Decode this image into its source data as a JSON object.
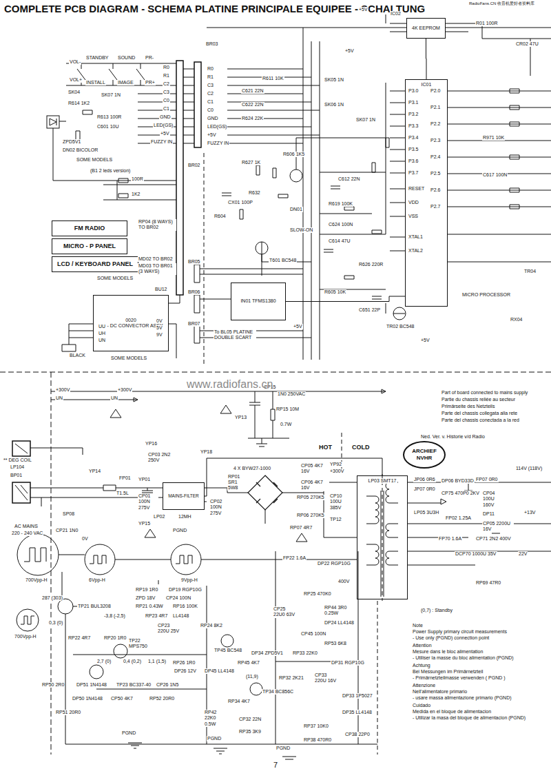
{
  "diagram": {
    "title": "COMPLETE PCB DIAGRAM - SCHEMA PLATINE PRINCIPALE EQUIPEE - SCHALTUNG",
    "nodes": [
      {
        "text": [
          "FM RADIO"
        ]
      },
      {
        "text": [
          "MICRO - P PANEL"
        ]
      },
      {
        "text": [
          "LCD / KEYBOARD PANEL"
        ]
      },
      {
        "text": [
          "0020",
          "DC - DC CONVECTOR ASSY"
        ]
      },
      {
        "text": [
          "IC01"
        ]
      },
      {
        "text": [
          "4K EEPROM"
        ]
      },
      {
        "text": [
          "IN01 TFMS1380"
        ]
      },
      {
        "text": [
          "MAINS-FILTER"
        ]
      },
      {
        "text": [
          "LP03 SMT17"
        ]
      },
      {
        "text": [
          "ARCHIEF",
          "NVHR"
        ]
      }
    ],
    "edges": [
      {
        "from": 5,
        "to": 4,
        "arrow": "none"
      },
      {
        "from": 6,
        "to": 4,
        "arrow": "none"
      },
      {
        "from": 7,
        "to": 8,
        "arrow": "none"
      }
    ],
    "labels": [
      "VOL-",
      "STANDBY",
      "SOUND",
      "PR-",
      "VOL+",
      "INSTALL",
      "IMAGE",
      "PR+",
      "R0",
      "R1",
      "C2",
      "C3",
      "C0",
      "C1",
      "GND",
      "LED(GS)",
      "+5V",
      "FUZZY IN",
      "SK04",
      "SK07 1N",
      "R614 1K2",
      "R613 100R",
      "C601 10U",
      "ZPD5V1",
      "DN02 BICOLOR",
      "SOME MODELS",
      "(B1 2 leds version)",
      "100R",
      "1K2",
      "RP04 (8 WAYS) TO BR02",
      "SOME MODELS",
      "MD02 TO BR02",
      "MD03 TO BR01 (3 WAYS)",
      "BR03",
      "R0",
      "R1",
      "C3",
      "C2",
      "C1",
      "C0",
      "GND",
      "LED(GS)",
      "+5V",
      "FUZZY IN",
      "BR02",
      "BR05",
      "BR06",
      "BR07",
      "BU12",
      "0V",
      "5V",
      "9V",
      "UU",
      "UH",
      "UN",
      "BLACK",
      "To BL05 PLATINE DOUBLE SCART",
      "SOME MODELS",
      "CX01 100P",
      "R627 1K",
      "R632",
      "T601 BC548",
      "C624 100N",
      "R606 1K5",
      "DN01",
      "SLOW-ON",
      "R619 100K",
      "C612 22N",
      "C614 47U",
      "R626 220R",
      "SK05 1N",
      "SK07 1N",
      "SK06 1N",
      "+5V",
      "R611 10K",
      "C621 22N",
      "C622 22N",
      "R624 22K",
      "+5V",
      "R604",
      "TR02 BC548",
      "+5V",
      "R605 10K",
      "C651 22P",
      "P3.0",
      "P3.1",
      "P3.2",
      "P3.3",
      "P3.4",
      "P3.5",
      "P3.6",
      "P3.7",
      "RESET",
      "VDD",
      "VSS",
      "XTAL1",
      "XTAL2",
      "P2.0",
      "P2.1",
      "P2.2",
      "P2.3",
      "P2.4",
      "P2.5",
      "P2.6",
      "P2.7",
      "IC02",
      "+5V",
      "R01 100R",
      "CR02 47U",
      "MICRO PROCESSOR",
      "R971 10K",
      "C617 100N",
      "TR04",
      "RX04",
      "+300V",
      "+300V",
      "UN",
      "UN",
      "CP15",
      "1N0 250VAC",
      "YP13",
      "RP15 10M",
      "0.7W",
      "HOT",
      "COLD",
      "Part of board connected to mains supply",
      "Partie du chassis reliée au secteur",
      "Primärseite des Netzteils",
      "Parte del chassis collegata alla rete",
      "Parte del chassis conectada a la red",
      "Ned. Ver. v. Historie v/d Radio",
      "** DEG COIL",
      "LP104",
      "BP01",
      "AC MAINS",
      "220 - 240 VAC",
      "SP08",
      "YP16",
      "CP03 2N2 250V",
      "YP01",
      "YP18",
      "RP01",
      "SR1",
      "5W8",
      "4 X BYW27-1000",
      "YP14",
      "FP01",
      "T1.5L",
      "CP01 100N 275V",
      "CP02 100N 275V",
      "LP02",
      "12MH",
      "YP15",
      "PGND",
      "YP92",
      "+300V",
      "RP05 270K5",
      "RP06 270K5",
      "CP10 100U 385V",
      "TP12",
      "RP07 4R7",
      "CP05 4K7 16V",
      "CP06 4K7 16V",
      "JP06 0R6",
      "JP07 0R0",
      "LP05 3U3H",
      "DP06 BYD33D",
      "FP07 0R0",
      "114V (118V)",
      "CP75 470P0 2KV",
      "CP04 100U 160V",
      "FP02 1.25A",
      "DP11",
      "CP05 2200U 16V",
      "+13V",
      "FP70 1.6A",
      "CP71 2N2 400V",
      "22V",
      "DCP70 1000U 35V",
      "RP69 47R0",
      "(0,7) : Standby",
      "CP21 1N0",
      "700Vpp-H",
      "0V",
      "6Vpp-H",
      "9Vpp-H",
      "TP21 BUL3208",
      "287 (303)",
      "0,3 (0)",
      "-3,8 (-2,5)",
      "700Vpp-H",
      "RP21 0.43W",
      "RP19 1R0",
      "DP19 RGP10G",
      "ZPD 18V",
      "CP24 100N",
      "RP23 4R7",
      "LL4148",
      "RP16 100K",
      "CP23 220U 25V",
      "RP20 1R0",
      "TP22 MPS750",
      "RP22 4R7",
      "RP26 1R0",
      "DP26 12V",
      "2,7 (0)",
      "0,4 (0,2)",
      "1,1 (1,5)",
      "RP50 2R0",
      "DP51 1N4148",
      "DP50 1N4148",
      "CP50 4K7",
      "RP51 20R0",
      "RP52 20R0",
      "CP26 1N5",
      "TP23 BC337-40",
      "RP24 8K2",
      "FP22 1.6A",
      "DP22 RGP10G",
      "400V",
      "RP25 470K0",
      "CP25 22U0 63V",
      "RP44 3R0 0.25W",
      "DP24 LL4148",
      "TP45 BC548",
      "DP45 LL4148",
      "RP45 4K7",
      "DP34 ZPD5V1",
      "CP45 100N",
      "RP53 6K8",
      "RP32 2K21",
      "RP33 22K0",
      "CP33 220U 16V",
      "TP34 BC856C",
      "(11,9)",
      "RP34 4K7",
      "CP32 22N",
      "RP35 3K9",
      "RP42 22K0 0.5W",
      "DP31 RGP10G",
      "DP33 1P5027",
      "DP35 LL4148",
      "RP37 10K0",
      "RP38 470R0",
      "CP38 22P0",
      "PGND",
      "PGND",
      "PGND",
      "Note",
      "Power Supply primary circuit measurements",
      "- Use only (PGND) connection point",
      "Attention",
      "Mesure dans le bloc alimentation",
      "- Utiliser la masse du bloc alimentation (PGND)",
      "Achtung",
      "Bei Messungen im Primärnetzteil",
      "- Primärnetzteilmasse verwenden ( PGND )",
      "Attenzione",
      "Nell'alimentatore primario",
      "- usare massa alimentazione primario (PGND)",
      "Cuidado",
      "Medida en el bloque de alimentacion",
      "- Utilizar la masa del bloque de alimentacion (PGND)",
      "7",
      "RadioFans.CN 收音机爱好者资料库",
      "www.radiofans.cn"
    ]
  }
}
